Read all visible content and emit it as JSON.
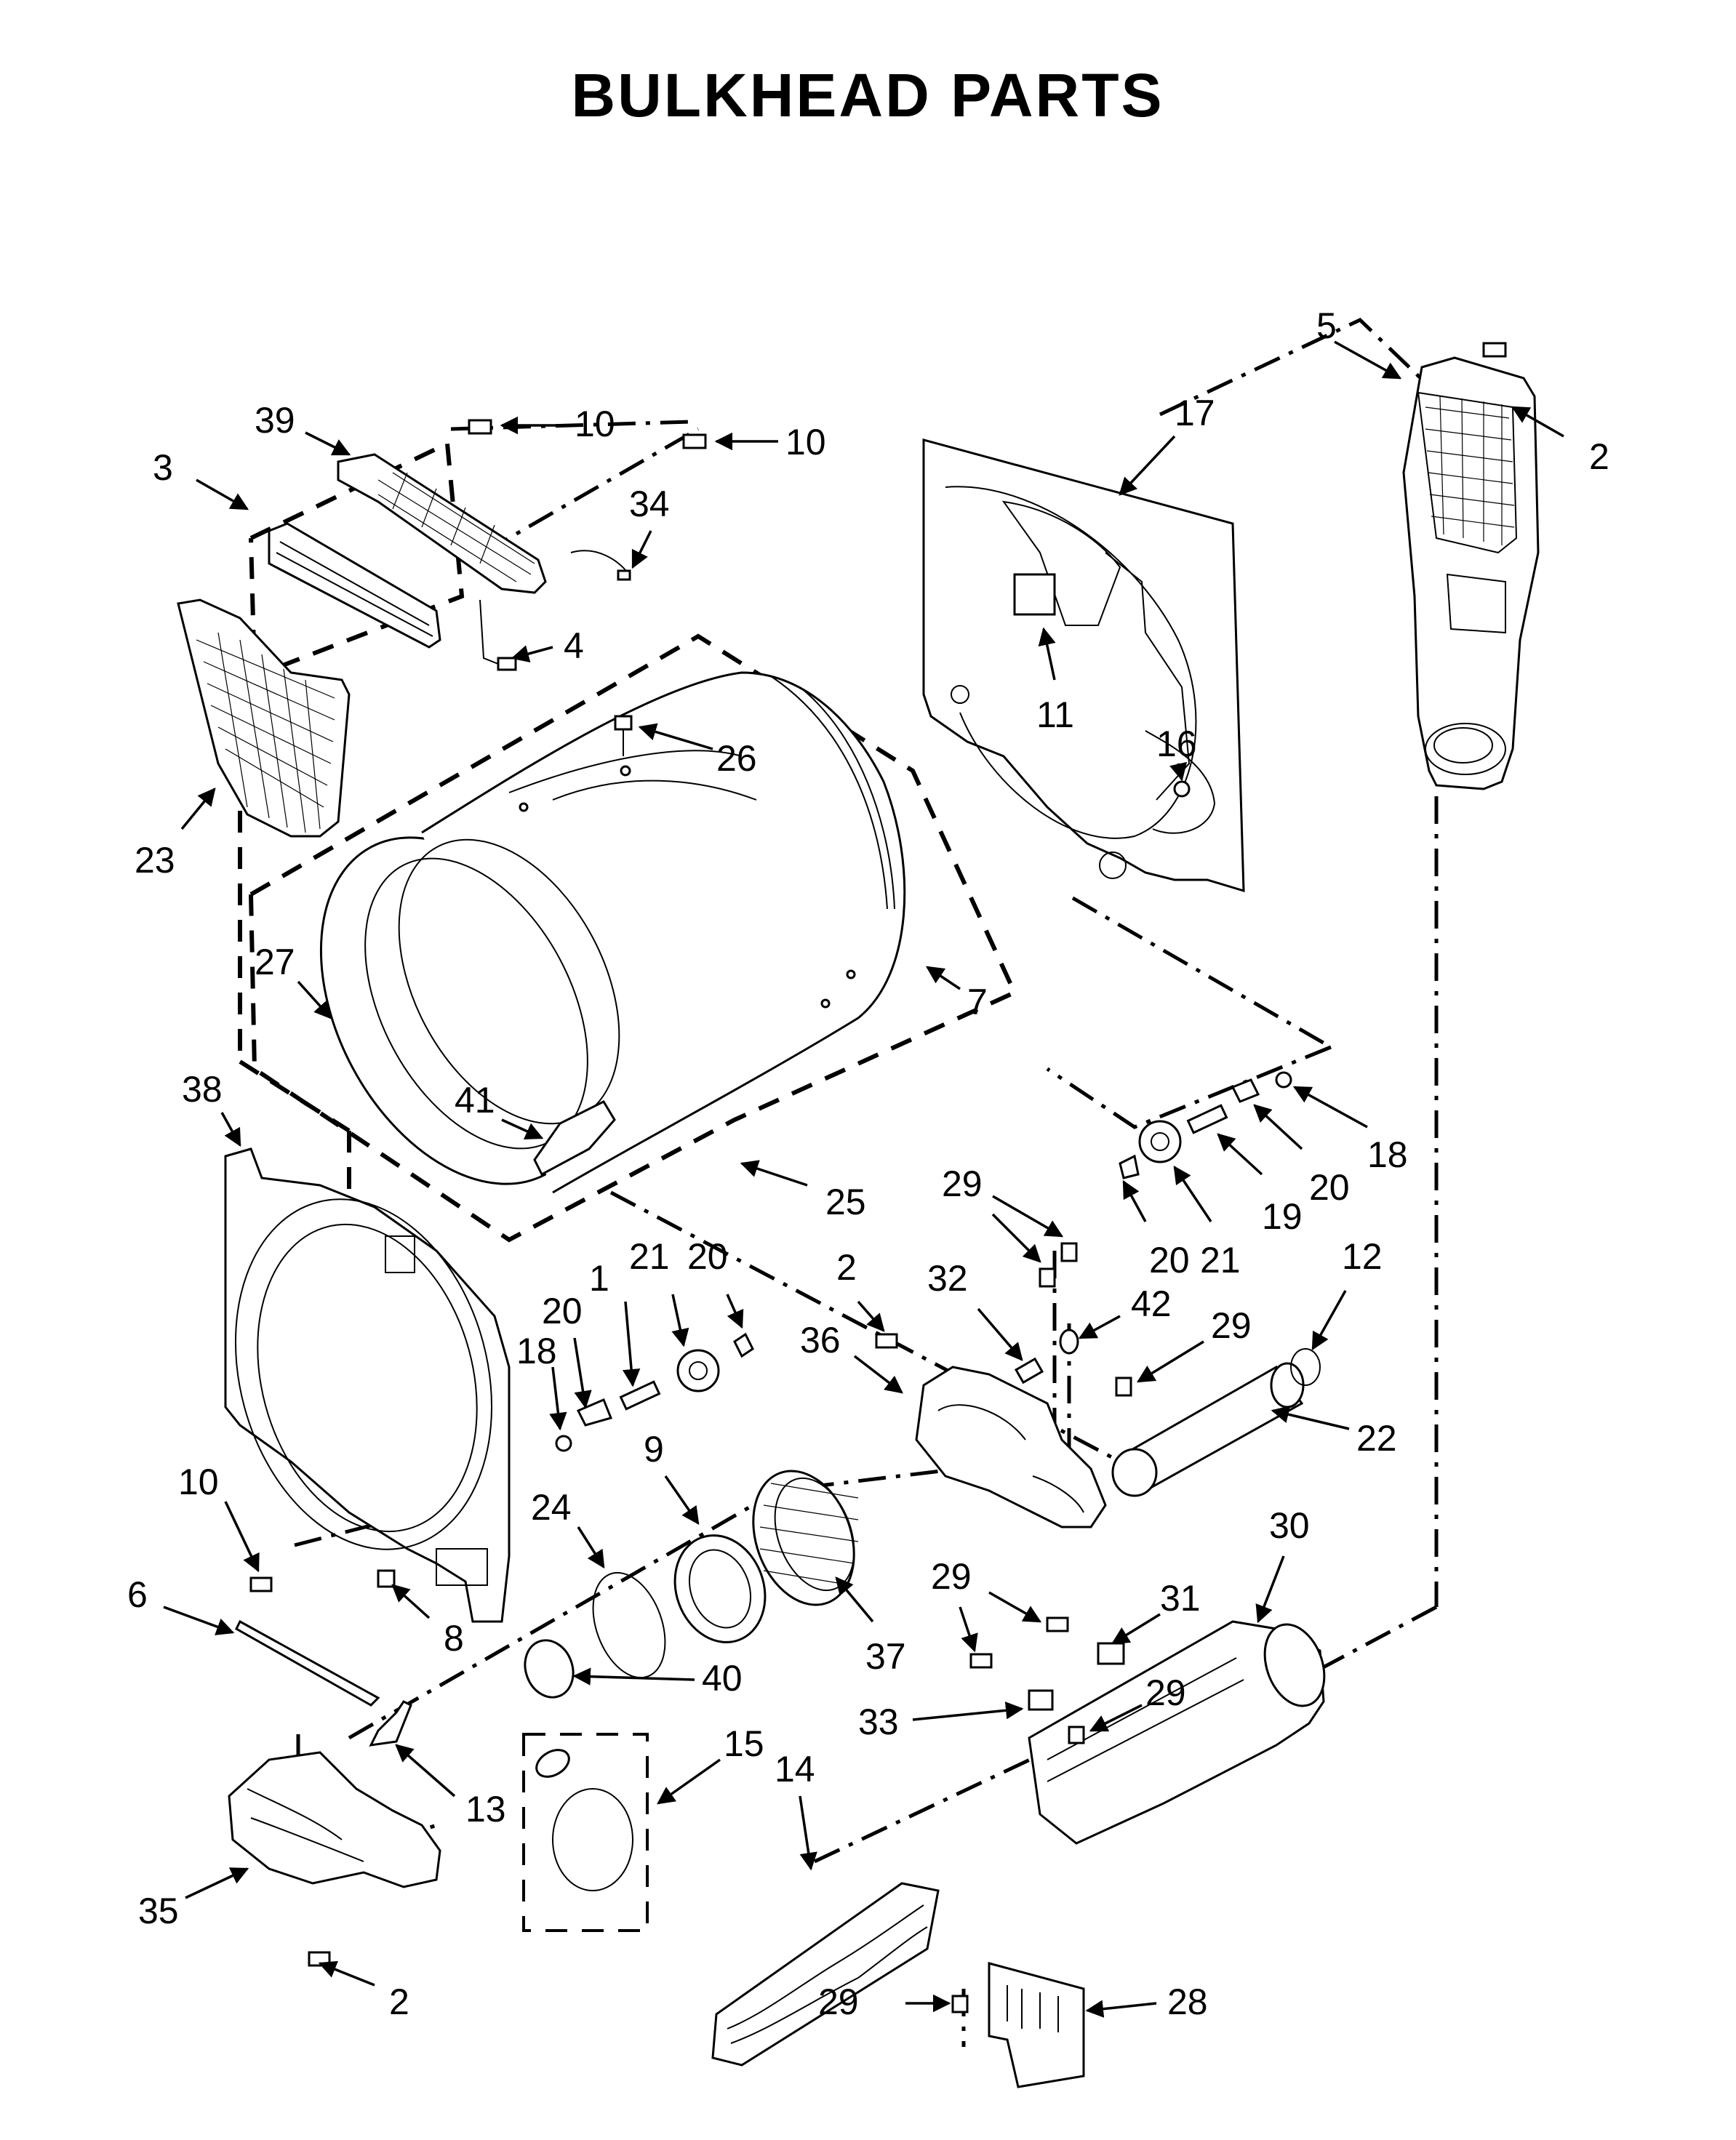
{
  "title": "BULKHEAD PARTS",
  "callouts": [
    {
      "id": "c-5",
      "label": "5"
    },
    {
      "id": "c-2-top",
      "label": "2"
    },
    {
      "id": "c-17",
      "label": "17"
    },
    {
      "id": "c-39",
      "label": "39"
    },
    {
      "id": "c-10-a",
      "label": "10"
    },
    {
      "id": "c-10-b",
      "label": "10"
    },
    {
      "id": "c-3",
      "label": "3"
    },
    {
      "id": "c-34",
      "label": "34"
    },
    {
      "id": "c-4",
      "label": "4"
    },
    {
      "id": "c-11",
      "label": "11"
    },
    {
      "id": "c-16",
      "label": "16"
    },
    {
      "id": "c-26",
      "label": "26"
    },
    {
      "id": "c-23",
      "label": "23"
    },
    {
      "id": "c-27",
      "label": "27"
    },
    {
      "id": "c-7",
      "label": "7"
    },
    {
      "id": "c-38",
      "label": "38"
    },
    {
      "id": "c-41",
      "label": "41"
    },
    {
      "id": "c-25",
      "label": "25"
    },
    {
      "id": "c-18-right",
      "label": "18"
    },
    {
      "id": "c-20-right",
      "label": "20"
    },
    {
      "id": "c-19",
      "label": "19"
    },
    {
      "id": "c-20-right-b",
      "label": "20"
    },
    {
      "id": "c-21-right",
      "label": "21"
    },
    {
      "id": "c-29-a",
      "label": "29"
    },
    {
      "id": "c-1",
      "label": "1"
    },
    {
      "id": "c-21-left",
      "label": "21"
    },
    {
      "id": "c-20-left-a",
      "label": "20"
    },
    {
      "id": "c-20-left-b",
      "label": "20"
    },
    {
      "id": "c-18-left",
      "label": "18"
    },
    {
      "id": "c-2-mid",
      "label": "2"
    },
    {
      "id": "c-32",
      "label": "32"
    },
    {
      "id": "c-42",
      "label": "42"
    },
    {
      "id": "c-12",
      "label": "12"
    },
    {
      "id": "c-29-b",
      "label": "29"
    },
    {
      "id": "c-36",
      "label": "36"
    },
    {
      "id": "c-22",
      "label": "22"
    },
    {
      "id": "c-9",
      "label": "9"
    },
    {
      "id": "c-10-c",
      "label": "10"
    },
    {
      "id": "c-24",
      "label": "24"
    },
    {
      "id": "c-30",
      "label": "30"
    },
    {
      "id": "c-8",
      "label": "8"
    },
    {
      "id": "c-37",
      "label": "37"
    },
    {
      "id": "c-29-c",
      "label": "29"
    },
    {
      "id": "c-31",
      "label": "31"
    },
    {
      "id": "c-6",
      "label": "6"
    },
    {
      "id": "c-40",
      "label": "40"
    },
    {
      "id": "c-33",
      "label": "33"
    },
    {
      "id": "c-29-d",
      "label": "29"
    },
    {
      "id": "c-15",
      "label": "15"
    },
    {
      "id": "c-14",
      "label": "14"
    },
    {
      "id": "c-13",
      "label": "13"
    },
    {
      "id": "c-35",
      "label": "35"
    },
    {
      "id": "c-2-bottom",
      "label": "2"
    },
    {
      "id": "c-29-e",
      "label": "29"
    },
    {
      "id": "c-28",
      "label": "28"
    }
  ]
}
